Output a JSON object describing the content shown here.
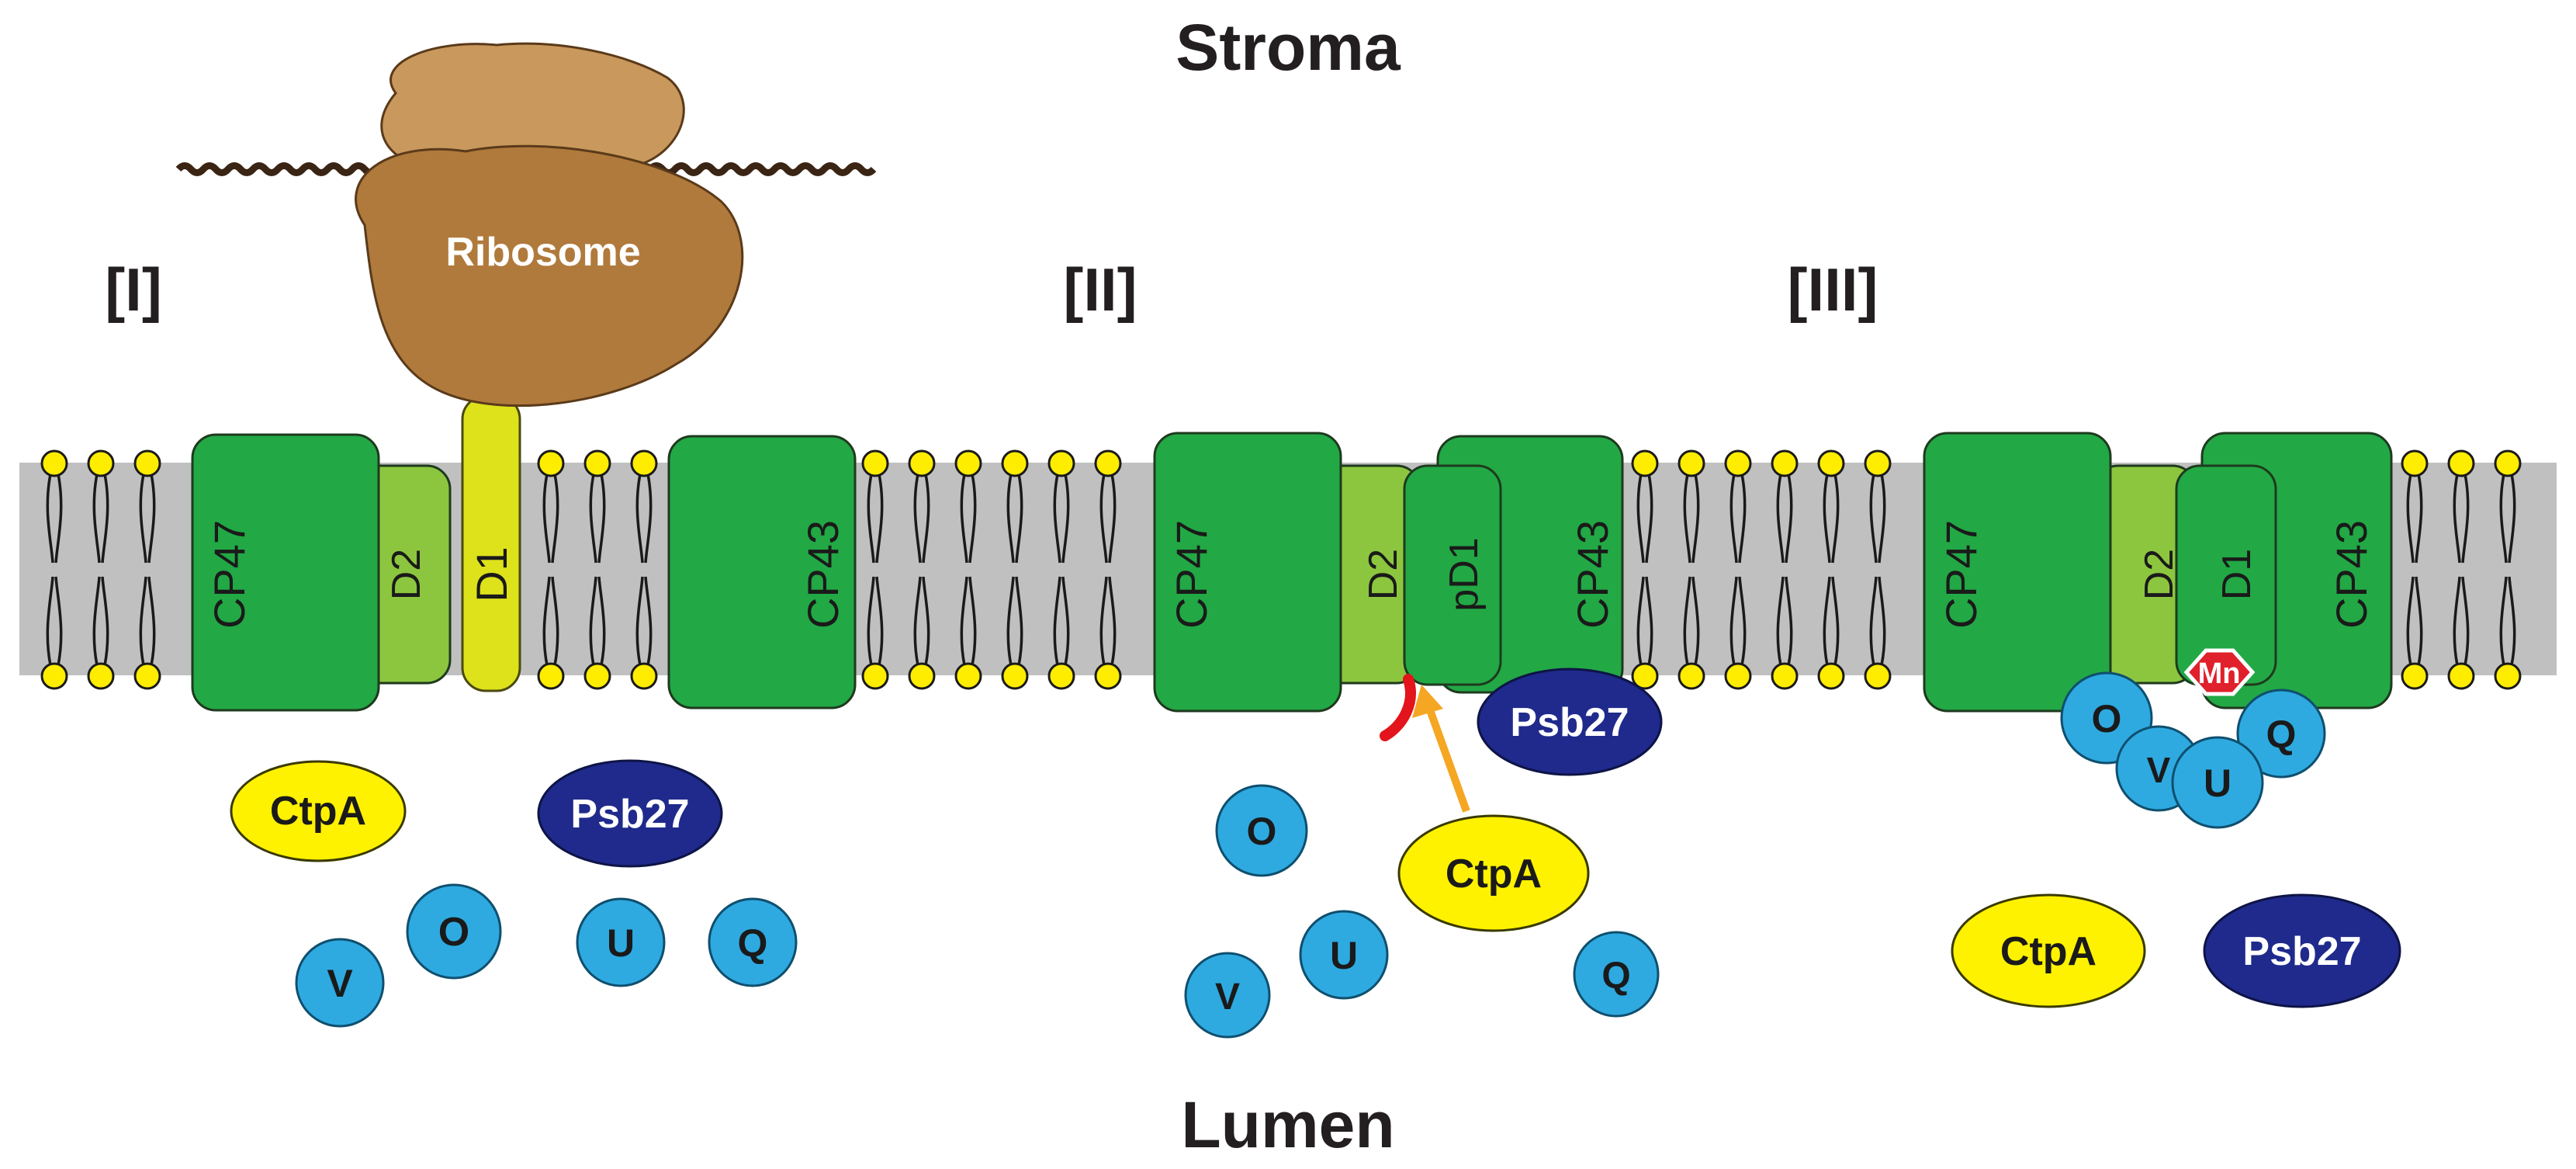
{
  "regions": {
    "top": "Stroma",
    "bottom": "Lumen"
  },
  "stages": [
    "[I]",
    "[II]",
    "[III]"
  ],
  "ribosome_label": "Ribosome",
  "complexes": {
    "stage1": {
      "cp47": "CP47",
      "d2": "D2",
      "d1": "D1",
      "cp43": "CP43"
    },
    "stage2": {
      "cp47": "CP47",
      "d2": "D2",
      "d1": "pD1",
      "cp43": "CP43"
    },
    "stage3": {
      "cp47": "CP47",
      "d2": "D2",
      "d1": "D1",
      "cp43": "CP43"
    }
  },
  "proteins": {
    "ctpa": "CtpA",
    "psb27": "Psb27",
    "o": "O",
    "v": "V",
    "u": "U",
    "q": "Q",
    "mn": "Mn"
  },
  "colors": {
    "membrane": "#c0c0c0",
    "cp_green": "#22a845",
    "d2_green": "#8cc63f",
    "d1_yellow": "#dde21a",
    "ribosome": "#b07a3c",
    "ribosome_small": "#c9985c",
    "ctpa": "#fff200",
    "psb27": "#1f2a8c",
    "extrinsic": "#2eaae1",
    "lipid_head": "#ffed00",
    "mn": "#e0202a",
    "arrow": "#f5a623",
    "cleavage": "#e3141b"
  }
}
